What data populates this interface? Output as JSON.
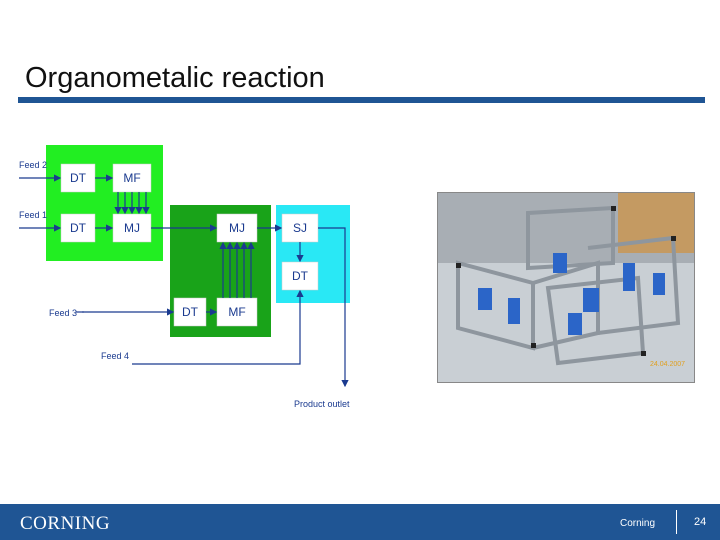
{
  "slide": {
    "title": "Organometalic reaction"
  },
  "diagram": {
    "feeds": [
      "Feed 2",
      "Feed 1",
      "Feed 3",
      "Feed 4"
    ],
    "blocks": {
      "dt_top": "DT",
      "mf_top": "MF",
      "dt_mid": "DT",
      "mj_mid": "MJ",
      "mj_right": "MJ",
      "dt_bottom": "DT",
      "mf_bottom": "MF",
      "sj": "SJ",
      "dt_cyan": "DT"
    },
    "outlet": "Product outlet",
    "colors": {
      "light_green": "#22ee22",
      "dark_green": "#19a319",
      "cyan": "#29e8f5",
      "arrow": "#1a3a8f"
    }
  },
  "photo": {
    "timestamp": "24.04.2007"
  },
  "footer": {
    "logo": "CORNING",
    "label": "Corning",
    "page": "24",
    "color": "#1f5594"
  }
}
